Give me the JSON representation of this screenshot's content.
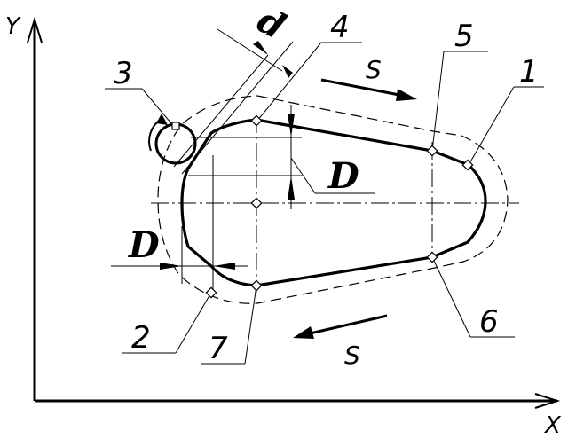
{
  "axes": {
    "y_label": "Y",
    "x_label": "X"
  },
  "labels": {
    "point_1": "1",
    "point_2": "2",
    "point_3": "3",
    "point_4": "4",
    "point_5": "5",
    "point_6": "6",
    "point_7": "7",
    "feed_top": "S",
    "feed_bottom": "S",
    "dimension_d_main": "D",
    "dimension_d_left": "D",
    "dimension_d_top": "d"
  },
  "style": {
    "line_color": "#000000",
    "background": "#ffffff"
  }
}
